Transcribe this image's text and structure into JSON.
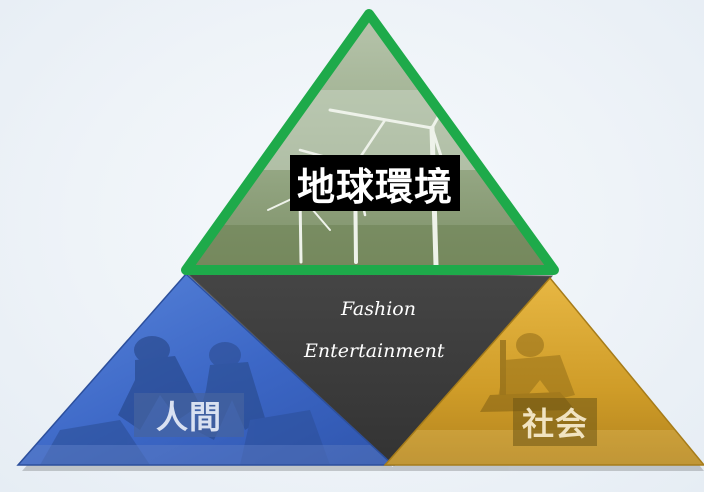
{
  "diagram": {
    "top": {
      "label": "地球環境",
      "theme": "wind-turbines",
      "fill": "#98a985",
      "border": "#1eaa4a"
    },
    "left": {
      "label": "人間",
      "theme": "people-running",
      "fill": "#3f70cf"
    },
    "right": {
      "label": "社会",
      "theme": "workers-construction",
      "fill": "#d3a12a"
    },
    "center": {
      "line1": "Fashion",
      "line2": "Entertainment",
      "fill": "#3d3d3d"
    }
  }
}
